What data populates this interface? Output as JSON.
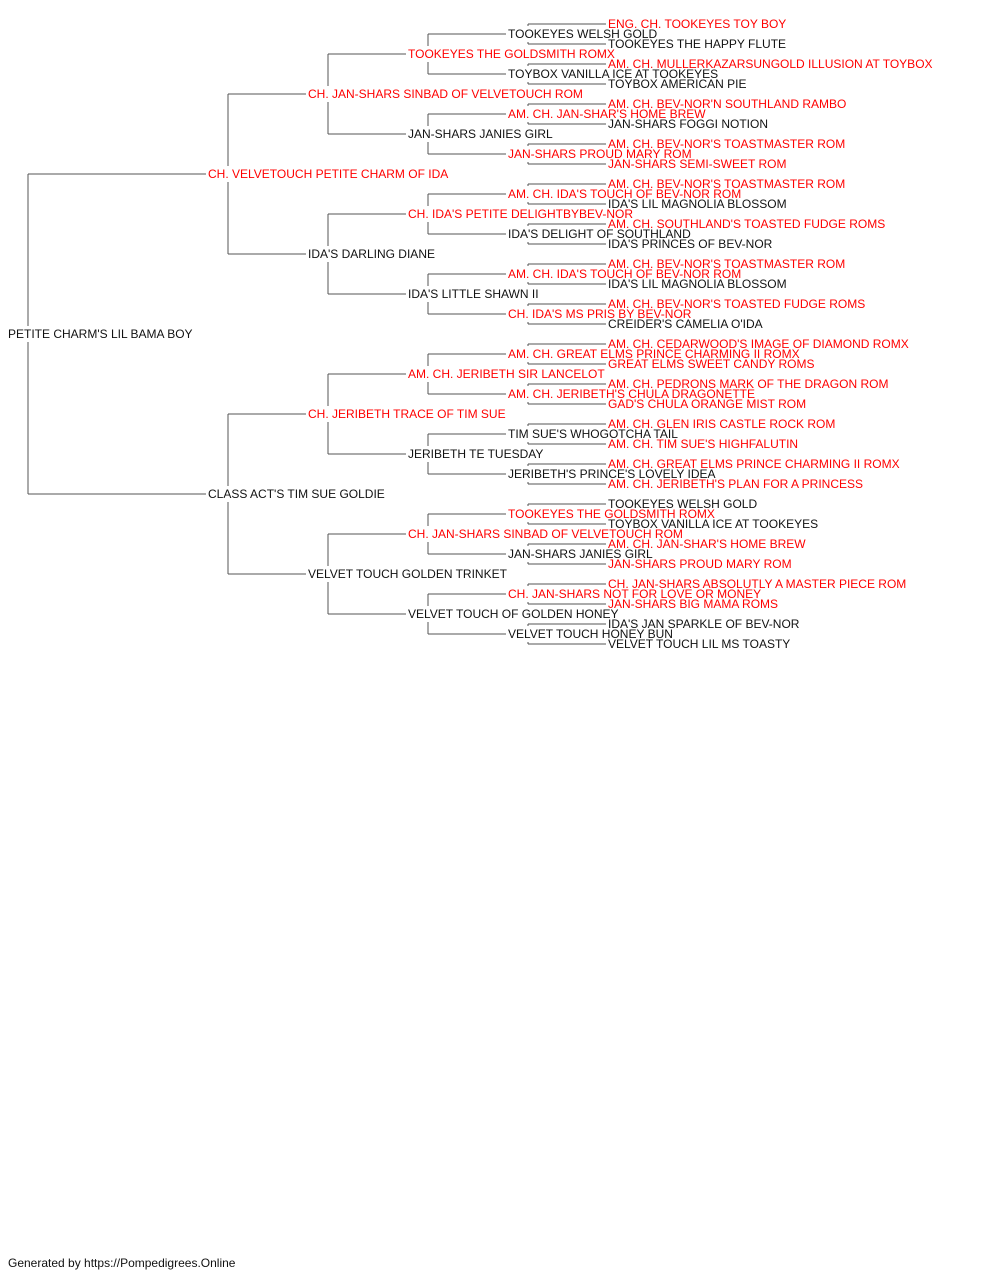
{
  "colors": {
    "titled": "#ff0000",
    "plain": "#111111",
    "line": "#555555"
  },
  "pedigree": {
    "name": "PETITE CHARM'S LIL BAMA BOY",
    "titled": false,
    "sire": {
      "name": "CH. VELVETOUCH PETITE CHARM OF IDA",
      "titled": true,
      "sire": {
        "name": "CH. JAN-SHARS SINBAD OF VELVETOUCH ROM",
        "titled": true,
        "sire": {
          "name": "TOOKEYES THE GOLDSMITH ROMX",
          "titled": true,
          "sire": {
            "name": "TOOKEYES WELSH GOLD",
            "titled": false,
            "sire": {
              "name": "ENG. CH. TOOKEYES TOY BOY",
              "titled": true
            },
            "dam": {
              "name": "TOOKEYES THE HAPPY FLUTE",
              "titled": false
            }
          },
          "dam": {
            "name": "TOYBOX VANILLA ICE AT TOOKEYES",
            "titled": false,
            "sire": {
              "name": "AM. CH. MULLERKAZARSUNGOLD ILLUSION AT TOYBOX",
              "titled": true
            },
            "dam": {
              "name": "TOYBOX AMERICAN PIE",
              "titled": false
            }
          }
        },
        "dam": {
          "name": "JAN-SHARS JANIES GIRL",
          "titled": false,
          "sire": {
            "name": "AM. CH. JAN-SHAR'S HOME BREW",
            "titled": true,
            "sire": {
              "name": "AM. CH. BEV-NOR'N SOUTHLAND RAMBO",
              "titled": true
            },
            "dam": {
              "name": "JAN-SHARS FOGGI NOTION",
              "titled": false
            }
          },
          "dam": {
            "name": "JAN-SHARS PROUD MARY ROM",
            "titled": true,
            "sire": {
              "name": "AM. CH. BEV-NOR'S TOASTMASTER ROM",
              "titled": true
            },
            "dam": {
              "name": "JAN-SHARS SEMI-SWEET ROM",
              "titled": true
            }
          }
        }
      },
      "dam": {
        "name": "IDA'S DARLING DIANE",
        "titled": false,
        "sire": {
          "name": "CH. IDA'S PETITE DELIGHTBYBEV-NOR",
          "titled": true,
          "sire": {
            "name": "AM. CH. IDA'S TOUCH OF BEV-NOR ROM",
            "titled": true,
            "sire": {
              "name": "AM. CH. BEV-NOR'S TOASTMASTER ROM",
              "titled": true
            },
            "dam": {
              "name": "IDA'S LIL MAGNOLIA BLOSSOM",
              "titled": false
            }
          },
          "dam": {
            "name": "IDA'S DELIGHT OF SOUTHLAND",
            "titled": false,
            "sire": {
              "name": "AM. CH. SOUTHLAND'S TOASTED FUDGE ROMS",
              "titled": true
            },
            "dam": {
              "name": "IDA'S PRINCES OF BEV-NOR",
              "titled": false
            }
          }
        },
        "dam": {
          "name": "IDA'S LITTLE SHAWN II",
          "titled": false,
          "sire": {
            "name": "AM. CH. IDA'S TOUCH OF BEV-NOR ROM",
            "titled": true,
            "sire": {
              "name": "AM. CH. BEV-NOR'S TOASTMASTER ROM",
              "titled": true
            },
            "dam": {
              "name": "IDA'S LIL MAGNOLIA BLOSSOM",
              "titled": false
            }
          },
          "dam": {
            "name": "CH. IDA'S MS PRIS BY BEV-NOR",
            "titled": true,
            "sire": {
              "name": "AM. CH. BEV-NOR'S TOASTED FUDGE ROMS",
              "titled": true
            },
            "dam": {
              "name": "CREIDER'S CAMELIA O'IDA",
              "titled": false
            }
          }
        }
      }
    },
    "dam": {
      "name": "CLASS ACT'S TIM SUE GOLDIE",
      "titled": false,
      "sire": {
        "name": "CH. JERIBETH TRACE OF TIM SUE",
        "titled": true,
        "sire": {
          "name": "AM. CH. JERIBETH SIR LANCELOT",
          "titled": true,
          "sire": {
            "name": "AM. CH. GREAT ELMS PRINCE CHARMING II ROMX",
            "titled": true,
            "sire": {
              "name": "AM. CH. CEDARWOOD'S IMAGE OF DIAMOND ROMX",
              "titled": true
            },
            "dam": {
              "name": "GREAT ELMS SWEET CANDY ROMS",
              "titled": true
            }
          },
          "dam": {
            "name": "AM. CH. JERIBETH'S CHULA DRAGONETTE",
            "titled": true,
            "sire": {
              "name": "AM. CH. PEDRONS MARK OF THE DRAGON ROM",
              "titled": true
            },
            "dam": {
              "name": "GAD'S CHULA ORANGE MIST ROM",
              "titled": true
            }
          }
        },
        "dam": {
          "name": "JERIBETH TE TUESDAY",
          "titled": false,
          "sire": {
            "name": "TIM SUE'S WHOGOTCHA TAIL",
            "titled": false,
            "sire": {
              "name": "AM. CH. GLEN IRIS CASTLE ROCK ROM",
              "titled": true
            },
            "dam": {
              "name": "AM. CH. TIM SUE'S HIGHFALUTIN",
              "titled": true
            }
          },
          "dam": {
            "name": "JERIBETH'S PRINCE'S LOVELY IDEA",
            "titled": false,
            "sire": {
              "name": "AM. CH. GREAT ELMS PRINCE CHARMING II ROMX",
              "titled": true
            },
            "dam": {
              "name": "AM. CH. JERIBETH'S PLAN FOR A PRINCESS",
              "titled": true
            }
          }
        }
      },
      "dam": {
        "name": "VELVET TOUCH GOLDEN TRINKET",
        "titled": false,
        "sire": {
          "name": "CH. JAN-SHARS SINBAD OF VELVETOUCH ROM",
          "titled": true,
          "sire": {
            "name": "TOOKEYES THE GOLDSMITH ROMX",
            "titled": true,
            "sire": {
              "name": "TOOKEYES WELSH GOLD",
              "titled": false
            },
            "dam": {
              "name": "TOYBOX VANILLA ICE AT TOOKEYES",
              "titled": false
            }
          },
          "dam": {
            "name": "JAN-SHARS JANIES GIRL",
            "titled": false,
            "sire": {
              "name": "AM. CH. JAN-SHAR'S HOME BREW",
              "titled": true
            },
            "dam": {
              "name": "JAN-SHARS PROUD MARY ROM",
              "titled": true
            }
          }
        },
        "dam": {
          "name": "VELVET TOUCH OF GOLDEN HONEY",
          "titled": false,
          "sire": {
            "name": "CH. JAN-SHARS NOT FOR LOVE OR MONEY",
            "titled": true,
            "sire": {
              "name": "CH. JAN-SHARS ABSOLUTLY A MASTER PIECE ROM",
              "titled": true
            },
            "dam": {
              "name": "JAN-SHARS BIG MAMA ROMS",
              "titled": true
            }
          },
          "dam": {
            "name": "VELVET TOUCH HONEY BUN",
            "titled": false,
            "sire": {
              "name": "IDA'S JAN SPARKLE OF BEV-NOR",
              "titled": false
            },
            "dam": {
              "name": "VELVET TOUCH LIL MS TOASTY",
              "titled": false
            }
          }
        }
      }
    }
  },
  "footer": "Generated by https://Pompedigrees.Online"
}
